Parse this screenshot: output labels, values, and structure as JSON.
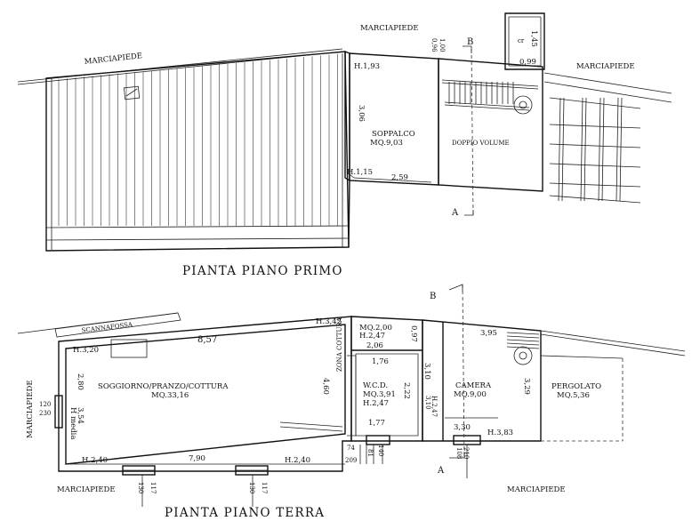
{
  "labels": {
    "street_top_left": "MARCIAPIEDE",
    "street_top_mid": "MARCIAPIEDE",
    "street_top_right": "MARCIAPIEDE",
    "street_left": "MARCIAPIEDE",
    "street_bottom_left": "MARCIAPIEDE",
    "street_bottom_right": "MARCIAPIEDE",
    "scannafossa": "SCANNAFOSSA",
    "cr": "cr"
  },
  "section_marks": {
    "b_top": "B",
    "a_top": "A",
    "b_bottom": "B",
    "a_bottom": "A"
  },
  "titles": {
    "first_floor": "PIANTA PIANO PRIMO",
    "ground_floor": "PIANTA PIANO TERRA"
  },
  "first_floor": {
    "soppalco_name": "SOPPALCO",
    "soppalco_area": "MQ.9,03",
    "doppio_volume": "DOPPIO VOLUME",
    "h_top": "H.1,93",
    "h_bottom": "H.1,15",
    "dim_3_06": "3,06",
    "dim_2_59": "2,59",
    "dim_0_96": "0,96",
    "dim_1_00": "1,00",
    "dim_0_99": "0,99",
    "dim_1_45": "1,45"
  },
  "ground_floor": {
    "living_name": "SOGGIORNO/PRANZO/COTTURA",
    "living_area": "MQ.33,16",
    "h_3_20": "H.3,20",
    "h_3_42": "H.3,42",
    "dim_8_57": "8,57",
    "dim_2_80": "2,80",
    "h_media": "H media",
    "dim_3_54": "3,54",
    "dim_120": "120",
    "dim_230": "230",
    "dim_4_60": "4,60",
    "h_2_40_left": "H.2,40",
    "dim_7_90": "7,90",
    "h_2_40_right": "H.2,40",
    "win_130_a": "130",
    "win_117_a": "117",
    "win_130_b": "130",
    "win_117_b": "117",
    "zona_cottura": "ZONA COTTURA",
    "storage_area": "MQ.2,00",
    "storage_h": "H.2,47",
    "dim_2_06": "2,06",
    "dim_0_97": "0,97",
    "wc_name": "W.C.D.",
    "wc_area": "MQ.3,91",
    "wc_h": "H.2,47",
    "dim_1_76": "1,76",
    "dim_2_22": "2,22",
    "dim_1_77": "1,77",
    "dim_3_10": "3,10",
    "dim_3_10_small": "3,10",
    "h_2_47_small": "H.2,47",
    "dim_74": "74",
    "dim_209": "209",
    "dim_81": "81",
    "dim_140": "140",
    "camera_name": "CAMERA",
    "camera_area": "MQ.9,00",
    "dim_3_95": "3,95",
    "dim_3_29": "3,29",
    "dim_3_30": "3,30",
    "h_3_83": "H.3,83",
    "dim_108": "108",
    "dim_210": "210",
    "pergolato_name": "PERGOLATO",
    "pergolato_area": "MQ.5,36"
  }
}
